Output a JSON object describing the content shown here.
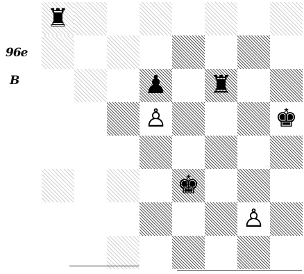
{
  "labels": {
    "code": "96e",
    "side": "B"
  },
  "board": {
    "squares_visible": [
      {
        "file": 0,
        "rank": 0,
        "shade": "faint"
      },
      {
        "file": 1,
        "rank": 0,
        "shade": "faint"
      },
      {
        "file": 3,
        "rank": 0,
        "shade": "faint"
      },
      {
        "file": 5,
        "rank": 0,
        "shade": "faint"
      },
      {
        "file": 7,
        "rank": 0,
        "shade": "faint"
      },
      {
        "file": 0,
        "rank": 1,
        "shade": "faint"
      },
      {
        "file": 2,
        "rank": 1,
        "shade": "faint"
      },
      {
        "file": 4,
        "rank": 1,
        "shade": "dark"
      },
      {
        "file": 6,
        "rank": 1,
        "shade": "dark"
      },
      {
        "file": 1,
        "rank": 2,
        "shade": "faint"
      },
      {
        "file": 3,
        "rank": 2,
        "shade": "dark"
      },
      {
        "file": 5,
        "rank": 2,
        "shade": "dark"
      },
      {
        "file": 7,
        "rank": 2,
        "shade": "dark"
      },
      {
        "file": 2,
        "rank": 3,
        "shade": "dark"
      },
      {
        "file": 4,
        "rank": 3,
        "shade": "dark"
      },
      {
        "file": 6,
        "rank": 3,
        "shade": "dark"
      },
      {
        "file": 3,
        "rank": 4,
        "shade": "dark"
      },
      {
        "file": 5,
        "rank": 4,
        "shade": "dark"
      },
      {
        "file": 7,
        "rank": 4,
        "shade": "dark"
      },
      {
        "file": 0,
        "rank": 5,
        "shade": "faint"
      },
      {
        "file": 2,
        "rank": 5,
        "shade": "faint"
      },
      {
        "file": 4,
        "rank": 5,
        "shade": "dark"
      },
      {
        "file": 6,
        "rank": 5,
        "shade": "dark"
      },
      {
        "file": 3,
        "rank": 6,
        "shade": "dark"
      },
      {
        "file": 5,
        "rank": 6,
        "shade": "dark"
      },
      {
        "file": 7,
        "rank": 6,
        "shade": "dark"
      },
      {
        "file": 2,
        "rank": 7,
        "shade": "faint"
      },
      {
        "file": 4,
        "rank": 7,
        "shade": "dark"
      },
      {
        "file": 6,
        "rank": 7,
        "shade": "dark"
      }
    ],
    "pieces": [
      {
        "name": "black-rook",
        "glyph": "♜",
        "file": 0,
        "rank": 0
      },
      {
        "name": "black-pawn",
        "glyph": "♟",
        "file": 3,
        "rank": 2
      },
      {
        "name": "black-rook",
        "glyph": "♜",
        "file": 5,
        "rank": 2
      },
      {
        "name": "white-pawn",
        "glyph": "♙",
        "file": 3,
        "rank": 3
      },
      {
        "name": "black-king",
        "glyph": "♚",
        "file": 7,
        "rank": 3
      },
      {
        "name": "black-king",
        "glyph": "♚",
        "file": 4,
        "rank": 5
      },
      {
        "name": "white-pawn",
        "glyph": "♙",
        "file": 6,
        "rank": 6
      }
    ]
  }
}
